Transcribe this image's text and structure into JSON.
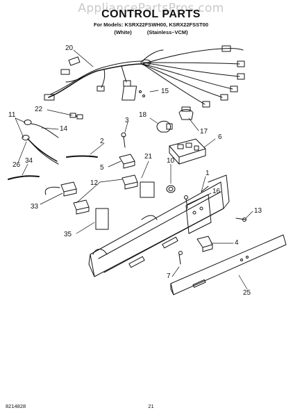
{
  "watermark": "AppliancePartsPros.com",
  "title": "CONTROL PARTS",
  "models_line": "For Models: KSRX22FSWH00, KSRX22FSST00",
  "model_variants": [
    "(White)",
    "(Stainless–VCM)"
  ],
  "callouts": {
    "c1": "1",
    "c2": "2",
    "c3": "3",
    "c4": "4",
    "c5": "5",
    "c6": "6",
    "c7": "7",
    "c10": "10",
    "c11": "11",
    "c12": "12",
    "c13": "13",
    "c14": "14",
    "c15": "15",
    "c16": "16",
    "c17": "17",
    "c18": "18",
    "c20": "20",
    "c21": "21",
    "c22": "22",
    "c25": "25",
    "c26": "26",
    "c33": "33",
    "c34": "34",
    "c35": "35"
  },
  "footer": {
    "doc_number": "8214828",
    "page_number": "21"
  }
}
